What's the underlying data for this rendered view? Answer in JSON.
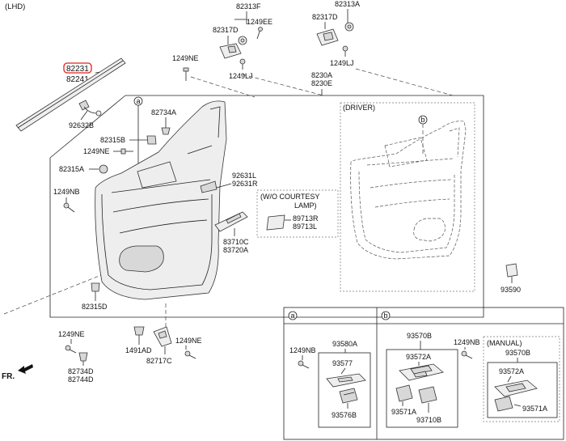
{
  "header": {
    "variant": "(LHD)"
  },
  "labels": {
    "p82313F": "82313F",
    "p82313A": "82313A",
    "p82317D_left": "82317D",
    "p82317D_right": "82317D",
    "p1249EE": "1249EE",
    "p1249NE_top": "1249NE",
    "p1249LJ_left": "1249LJ",
    "p1249LJ_right": "1249LJ",
    "p82231": "82231",
    "p82241": "82241",
    "p92632B": "92632B",
    "p8230A": "8230A",
    "p8230E": "8230E",
    "p82734A": "82734A",
    "p82315B": "82315B",
    "p1249NE_mid": "1249NE",
    "p82315A": "82315A",
    "p1249NB_left": "1249NB",
    "p92631L": "92631L",
    "p92631R": "92631R",
    "courtesy_line1": "(W/O COURTESY",
    "courtesy_line2": "LAMP)",
    "p89713R": "89713R",
    "p89713L": "89713L",
    "p83710C": "83710C",
    "p83720A": "83720A",
    "p82315D": "82315D",
    "driver": "(DRIVER)",
    "p93590": "93590",
    "p1249NE_bl": "1249NE",
    "p82734D": "82734D",
    "p82744D": "82744D",
    "p1491AD": "1491AD",
    "p82717C": "82717C",
    "p1249NE_bc": "1249NE",
    "front": "FR.",
    "callout_a": "a",
    "callout_b": "b",
    "sub_a_callout": "a",
    "sub_b_callout": "b",
    "a_1249NB": "1249NB",
    "a_93580A": "93580A",
    "a_93577": "93577",
    "a_93576B": "93576B",
    "b_93570B": "93570B",
    "b_1249NB": "1249NB",
    "b_93572A": "93572A",
    "b_93571A": "93571A",
    "b_93710B": "93710B",
    "manual": "(MANUAL)",
    "m_93570B": "93570B",
    "m_93572A": "93572A",
    "m_93571A": "93571A"
  },
  "highlight_color": "#e02020"
}
